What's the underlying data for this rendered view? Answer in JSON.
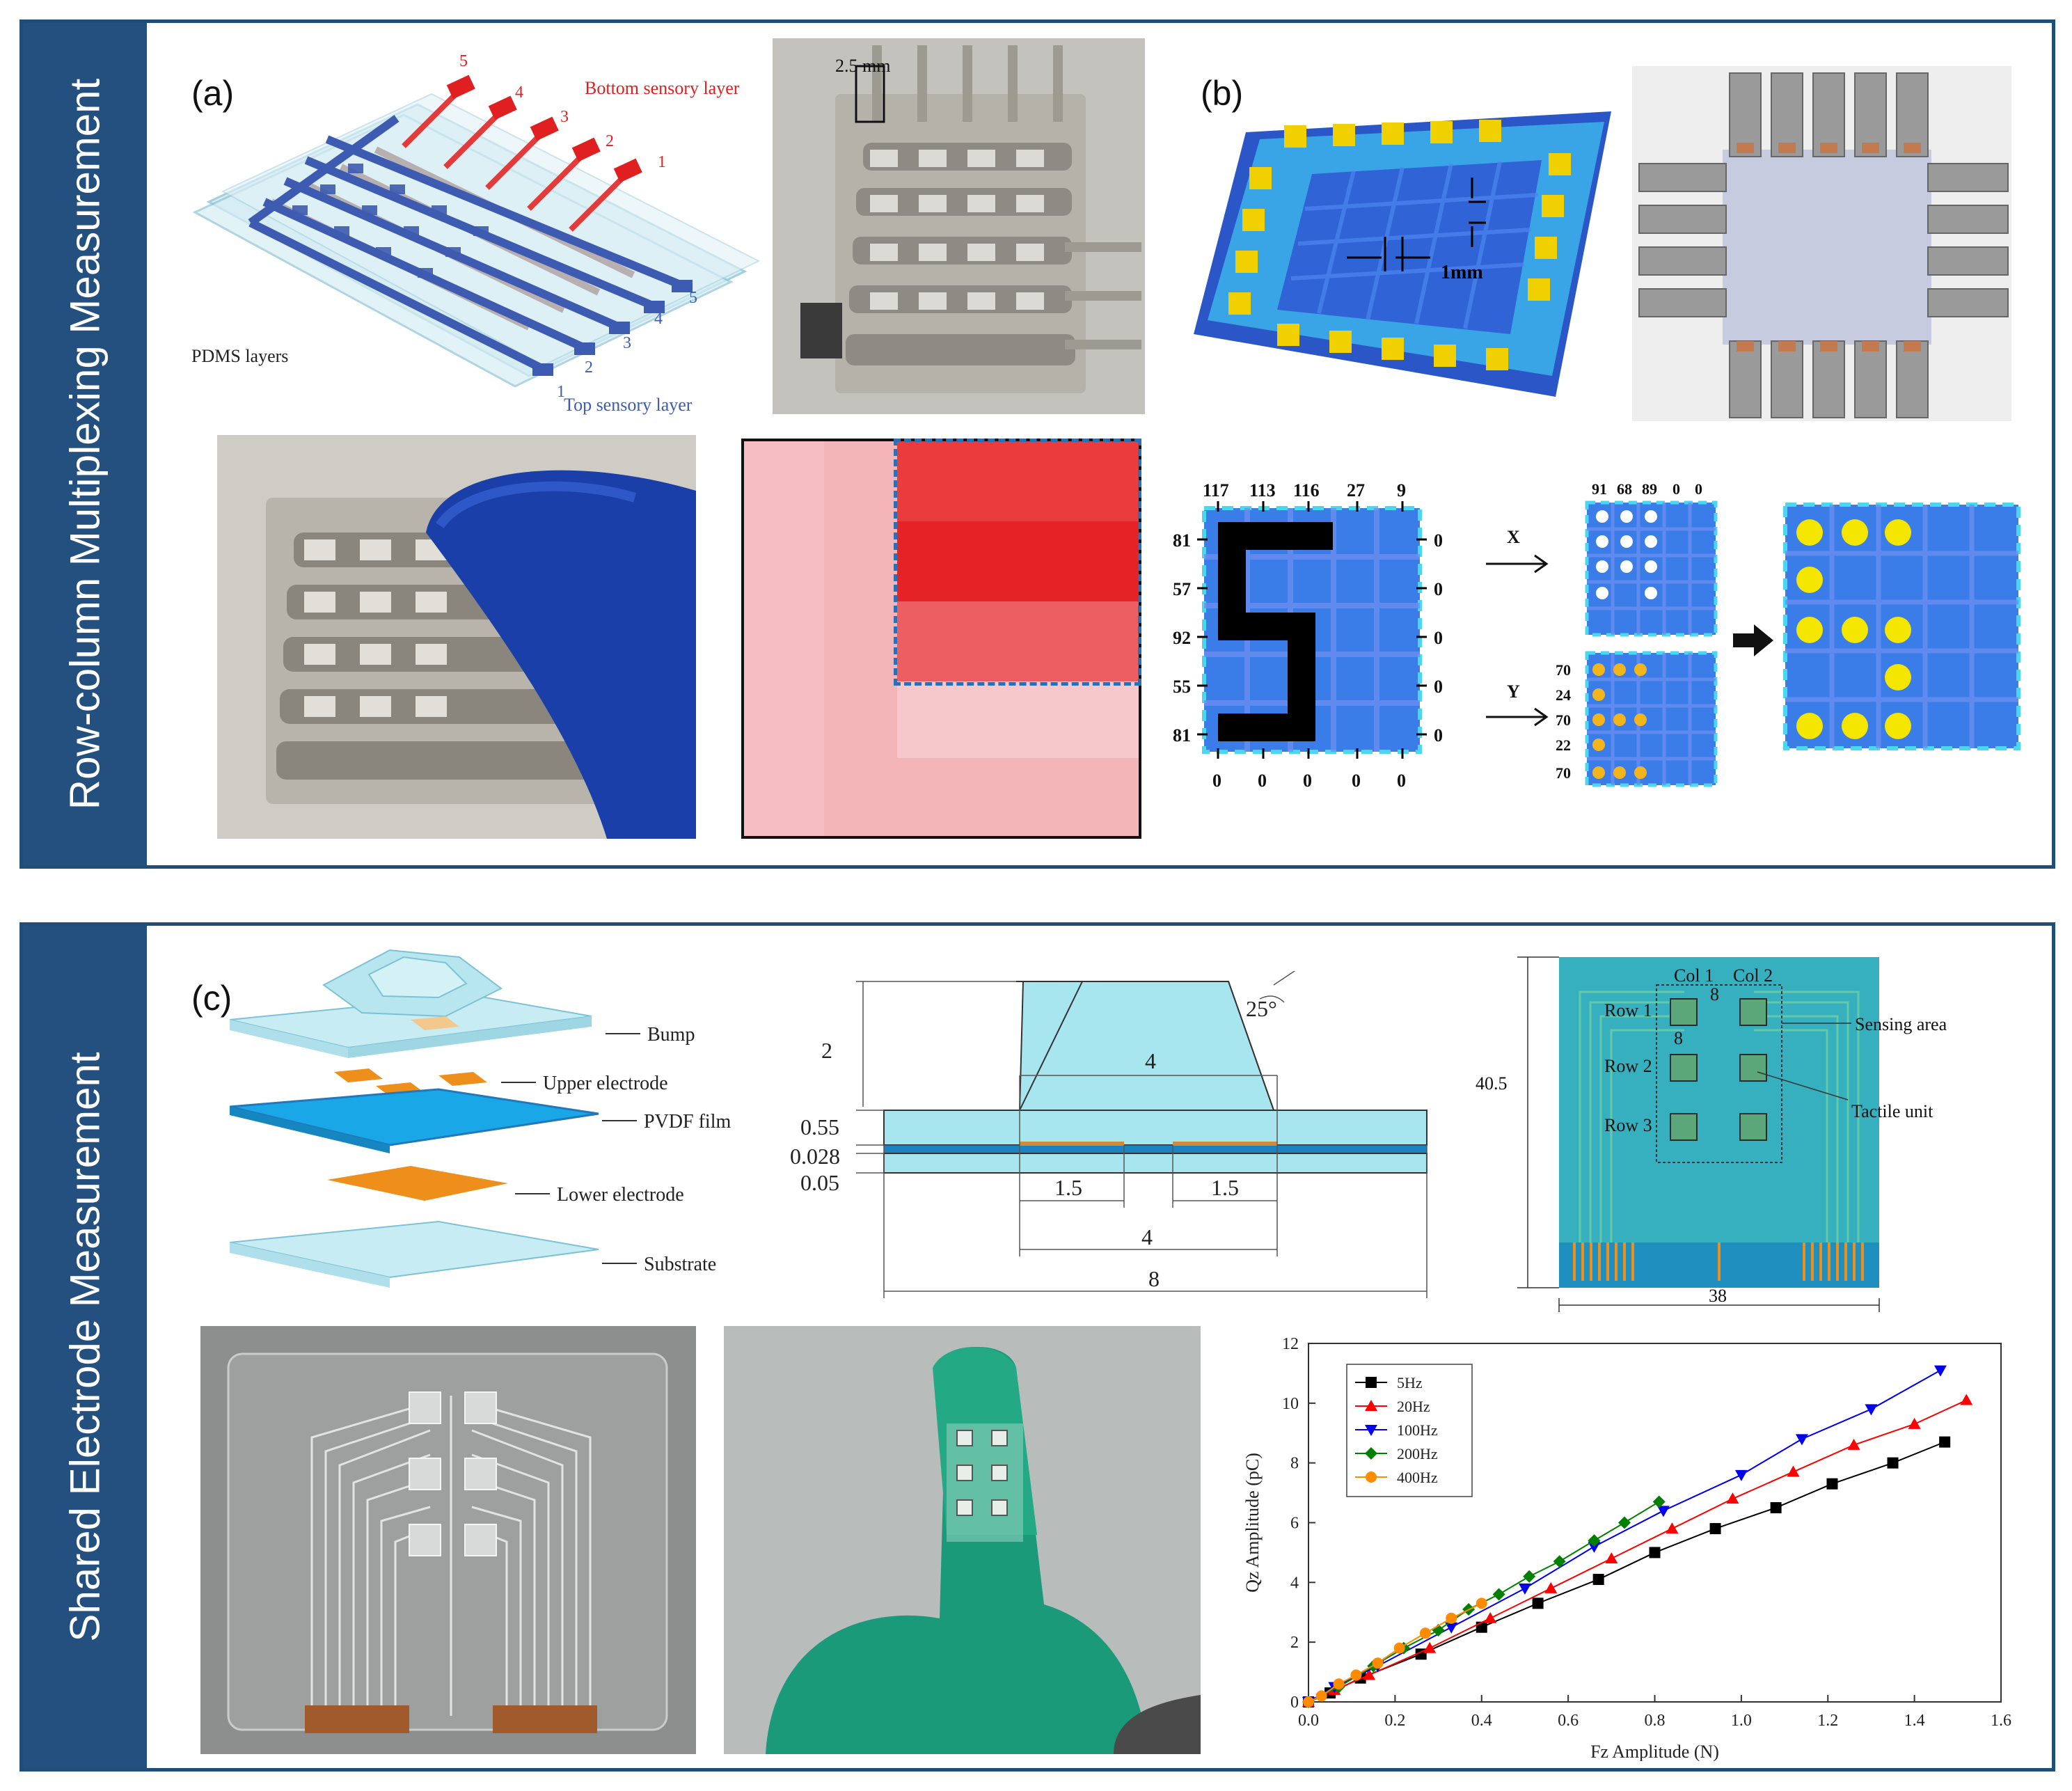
{
  "panels": {
    "top": {
      "side_label": "Row-column Multiplexing Measurement"
    },
    "bottom": {
      "side_label": "Shared Electrode Measurement"
    }
  },
  "fig_a": {
    "label": "(a)",
    "bottom_layer": "Bottom sensory layer",
    "top_layer": "Top sensory layer",
    "pdms": "PDMS layers",
    "red_numbers": [
      "5",
      "4",
      "3",
      "2",
      "1"
    ],
    "blue_numbers": [
      "5",
      "4",
      "3",
      "2",
      "1"
    ],
    "scale": "2.5 mm"
  },
  "fig_b": {
    "label": "(b)",
    "dim": "1mm",
    "col_values": [
      "117",
      "113",
      "116",
      "27",
      "9"
    ],
    "row_values": [
      "81",
      "57",
      "92",
      "55",
      "81"
    ],
    "right_zeros": [
      "0",
      "0",
      "0",
      "0",
      "0"
    ],
    "bottom_zeros": [
      "0",
      "0",
      "0",
      "0",
      "0"
    ],
    "x_label": "X",
    "y_label": "Y",
    "x_values": [
      "91",
      "68",
      "89",
      "0",
      "0"
    ],
    "y_values": [
      "70",
      "24",
      "70",
      "22",
      "70"
    ]
  },
  "fig_c": {
    "label": "(c)",
    "layers": [
      "Bump",
      "Upper electrode",
      "PVDF film",
      "Lower electrode",
      "Substrate"
    ],
    "dims": {
      "h2": "2",
      "h055": "0.55",
      "h0028": "0.028",
      "h005": "0.05",
      "top4": "4",
      "angle": "25°",
      "w15a": "1.5",
      "w15b": "1.5",
      "w4": "4",
      "w8": "8"
    },
    "layout": {
      "col1": "Col 1",
      "col2": "Col 2",
      "gap8a": "8",
      "gap8b": "8",
      "row1": "Row 1",
      "row2": "Row 2",
      "row3": "Row 3",
      "sensing": "Sensing area",
      "tactile": "Tactile unit",
      "height": "40.5",
      "width": "38"
    }
  },
  "chart_data": {
    "type": "line",
    "xlabel": "Fz Amplitude (N)",
    "ylabel": "Qz Amplitude (pC)",
    "xlim": [
      0,
      1.6
    ],
    "ylim": [
      0,
      12
    ],
    "xticks": [
      "0.0",
      "0.2",
      "0.4",
      "0.6",
      "0.8",
      "1.0",
      "1.2",
      "1.4",
      "1.6"
    ],
    "yticks": [
      "0",
      "2",
      "4",
      "6",
      "8",
      "10",
      "12"
    ],
    "legend_position": "top-left",
    "series": [
      {
        "name": "5Hz",
        "color": "#000000",
        "marker": "square",
        "x": [
          0,
          0.05,
          0.12,
          0.26,
          0.4,
          0.53,
          0.67,
          0.8,
          0.94,
          1.08,
          1.21,
          1.35,
          1.47
        ],
        "y": [
          0,
          0.3,
          0.8,
          1.6,
          2.5,
          3.3,
          4.1,
          5.0,
          5.8,
          6.5,
          7.3,
          8.0,
          8.7
        ]
      },
      {
        "name": "20Hz",
        "color": "#ff0000",
        "marker": "triangle-up",
        "x": [
          0,
          0.06,
          0.14,
          0.28,
          0.42,
          0.56,
          0.7,
          0.84,
          0.98,
          1.12,
          1.26,
          1.4,
          1.52
        ],
        "y": [
          0,
          0.4,
          0.9,
          1.8,
          2.8,
          3.8,
          4.8,
          5.8,
          6.8,
          7.7,
          8.6,
          9.3,
          10.1
        ]
      },
      {
        "name": "100Hz",
        "color": "#0000ee",
        "marker": "triangle-down",
        "x": [
          0,
          0.06,
          0.16,
          0.33,
          0.5,
          0.66,
          0.82,
          1.0,
          1.14,
          1.3,
          1.46
        ],
        "y": [
          0,
          0.5,
          1.2,
          2.5,
          3.8,
          5.2,
          6.4,
          7.6,
          8.8,
          9.8,
          11.1
        ]
      },
      {
        "name": "200Hz",
        "color": "#008000",
        "marker": "diamond",
        "x": [
          0,
          0.07,
          0.15,
          0.22,
          0.3,
          0.37,
          0.44,
          0.51,
          0.58,
          0.66,
          0.73,
          0.81
        ],
        "y": [
          0,
          0.5,
          1.2,
          1.8,
          2.4,
          3.1,
          3.6,
          4.2,
          4.7,
          5.4,
          6.0,
          6.7
        ]
      },
      {
        "name": "400Hz",
        "color": "#ff8c00",
        "marker": "circle",
        "x": [
          0,
          0.03,
          0.07,
          0.11,
          0.16,
          0.21,
          0.27,
          0.33,
          0.4
        ],
        "y": [
          0,
          0.2,
          0.6,
          0.9,
          1.3,
          1.8,
          2.3,
          2.8,
          3.3
        ]
      }
    ]
  }
}
